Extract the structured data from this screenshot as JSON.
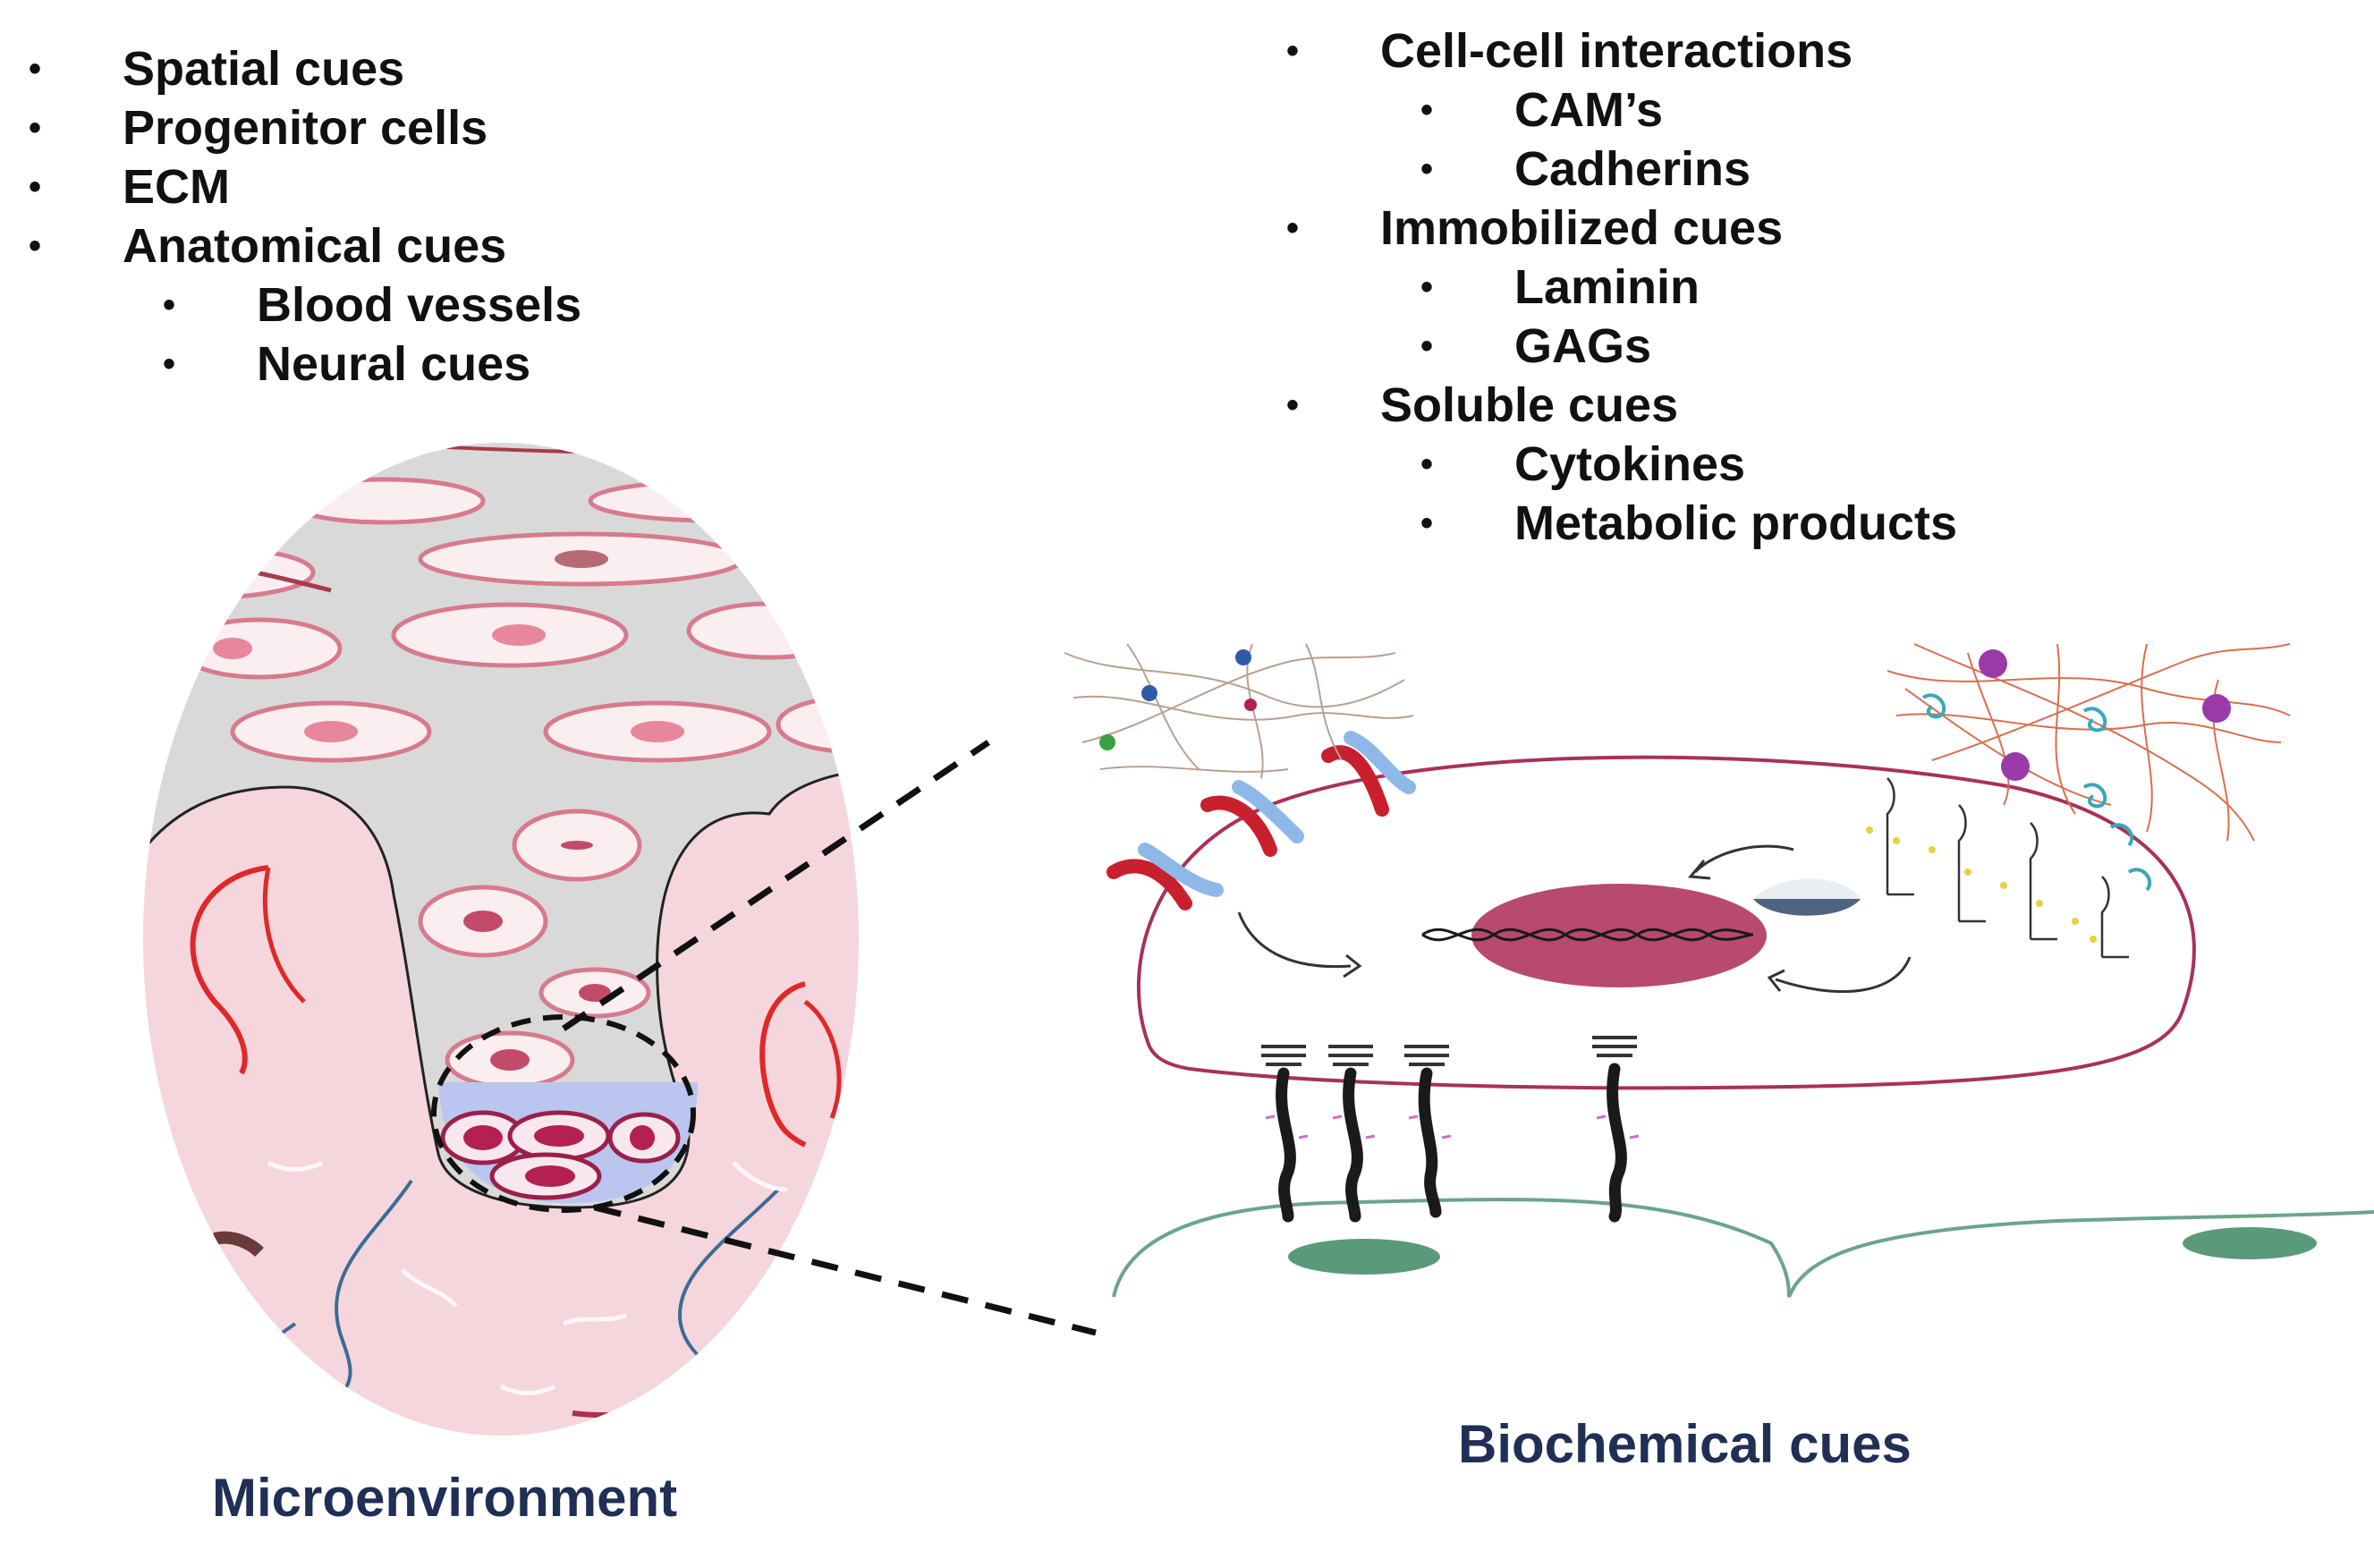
{
  "left_list": [
    {
      "text": "Spatial cues",
      "level": 1
    },
    {
      "text": "Progenitor cells",
      "level": 1
    },
    {
      "text": "ECM",
      "level": 1
    },
    {
      "text": "Anatomical cues",
      "level": 1
    },
    {
      "text": "Blood vessels",
      "level": 2
    },
    {
      "text": "Neural cues",
      "level": 2
    }
  ],
  "right_list": [
    {
      "text": "Cell-cell interactions",
      "level": 1
    },
    {
      "text": "CAM’s",
      "level": 2
    },
    {
      "text": "Cadherins",
      "level": 2
    },
    {
      "text": "Immobilized cues",
      "level": 1
    },
    {
      "text": "Laminin",
      "level": 2
    },
    {
      "text": "GAGs",
      "level": 2
    },
    {
      "text": "Soluble cues",
      "level": 1
    },
    {
      "text": "Cytokines",
      "level": 2
    },
    {
      "text": "Metabolic products",
      "level": 2
    }
  ],
  "captions": {
    "left": "Microenvironment",
    "right": "Biochemical cues"
  },
  "colors": {
    "caption": "#1f2f56",
    "tissue_pink": "#f4d6dc",
    "gray_region": "#d8d8d8",
    "cell_membrane": "#a8315a",
    "nucleus": "#b84a6e",
    "blood_vessel": "#e03030",
    "nerve": "#3f6f9a",
    "niche_blue": "#b8c4ee",
    "neighbor_cell": "#5a9a7a"
  }
}
